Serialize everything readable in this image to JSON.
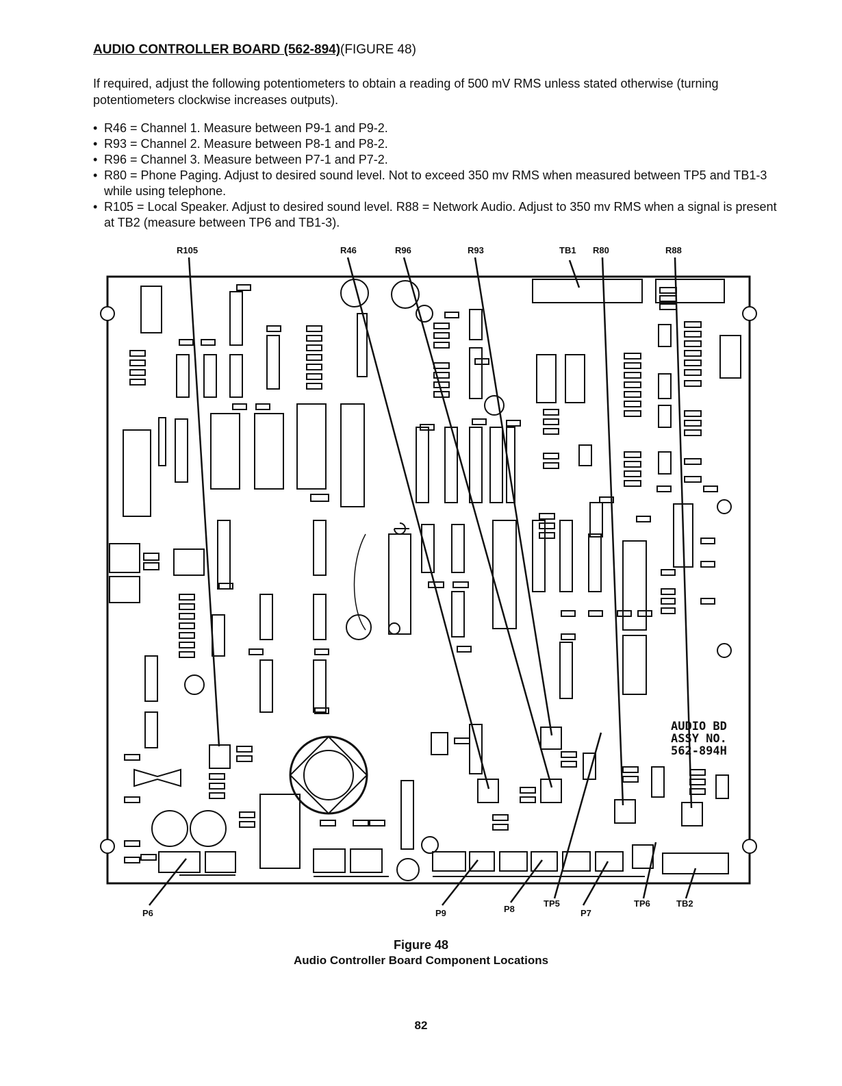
{
  "heading": {
    "underlined": "AUDIO CONTROLLER BOARD (562-894)",
    "plain": "(FIGURE 48)"
  },
  "intro": "If required, adjust the following potentiometers to obtain a reading of 500 mV RMS unless stated otherwise (turning potentiometers clockwise increases outputs).",
  "bullets": [
    "R46 = Channel 1. Measure between P9-1 and P9-2.",
    "R93 = Channel 2. Measure between P8-1 and P8-2.",
    "R96 = Channel 3. Measure between P7-1 and P7-2.",
    "R80 = Phone Paging. Adjust to desired sound level. Not to exceed 350 mv RMS when measured between TP5 and TB1-3 while using telephone.",
    "R105 = Local Speaker. Adjust to desired sound level. R88 = Network Audio. Adjust to 350 mv RMS when a signal is present at TB2 (measure between TP6 and TB1-3)."
  ],
  "callouts_top": [
    "R105",
    "R46",
    "R96",
    "R93",
    "TB1",
    "R80",
    "R88"
  ],
  "callouts_bottom": [
    "P6",
    "P9",
    "P8",
    "TP5",
    "P7",
    "TP6",
    "TB2"
  ],
  "board_stamp": [
    "AUDIO BD",
    "ASSY NO.",
    "562-894H"
  ],
  "figure": {
    "number": "Figure 48",
    "caption": "Audio Controller Board Component Locations"
  },
  "page_number": "82"
}
